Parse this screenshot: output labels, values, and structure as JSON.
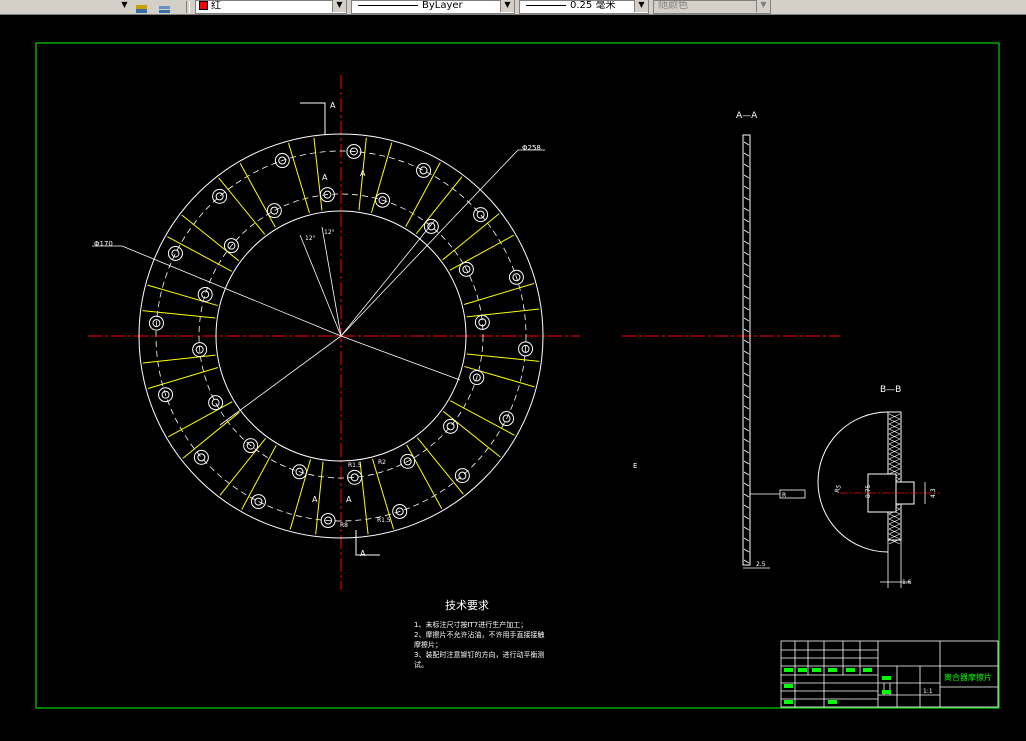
{
  "toolbar": {
    "color_value": "红",
    "linetype_value": "ByLayer",
    "lineweight_value": "0.25 毫米",
    "plotstyle_value": "随颜色"
  },
  "drawing": {
    "title_tech": "技术要求",
    "tech_lines": [
      "1、未标注尺寸按IT7进行生产加工；",
      "2、摩擦片不允许沾油，不许用手直接接触",
      "摩擦片；",
      "3、装配时注意铆钉的方向，进行动平衡测",
      "试。"
    ],
    "section_aa": "A—A",
    "section_bb": "B—B",
    "dims": {
      "d_outer": "Φ258",
      "d_inner": "Φ170",
      "angle_a": "12°",
      "angle_b": "12°",
      "r15a": "R1.5",
      "r2": "R2",
      "r15b": "R1.5",
      "r8": "R8",
      "t25": "2.5",
      "label_r": "R",
      "bb_d1": "8.75",
      "bb_d2": "4.3",
      "bb_t": "1.6",
      "bb_r": "R5"
    },
    "labels": {
      "a_top": "A",
      "a_bottom": "A",
      "a_inner1": "A",
      "a_inner2": "A",
      "a_inner3": "A",
      "a_inner4": "A",
      "e_mark": "E"
    },
    "titleblock": {
      "part_name": "离合器摩擦片",
      "scale_text": "1:1"
    }
  }
}
